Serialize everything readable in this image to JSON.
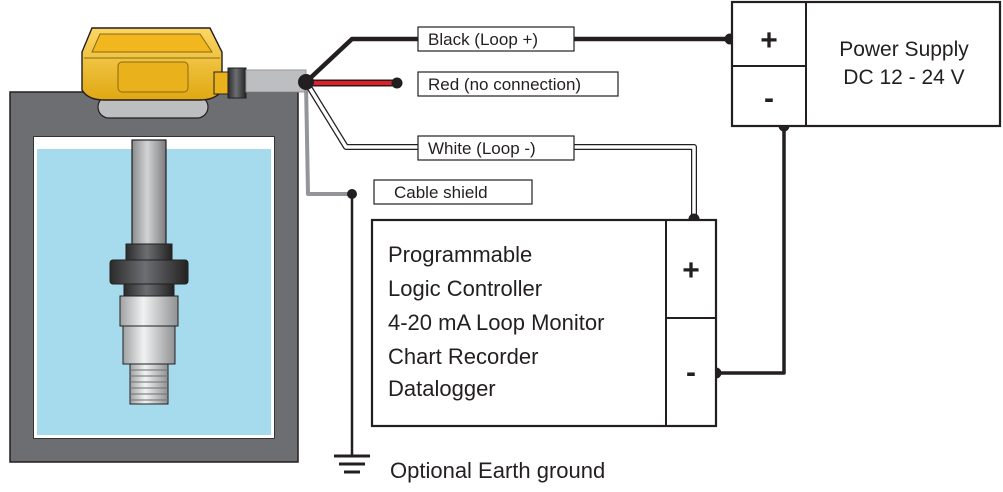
{
  "wires": {
    "black": "Black (Loop +)",
    "red": "Red (no connection)",
    "white": "White (Loop -)",
    "shield": "Cable shield"
  },
  "power_supply": {
    "line1": "Power Supply",
    "line2": "DC 12 - 24 V",
    "plus": "+",
    "minus": "-"
  },
  "controller": {
    "lines": [
      "Programmable",
      "Logic Controller",
      "4-20 mA Loop Monitor",
      "Chart Recorder",
      "Datalogger"
    ],
    "plus": "+",
    "minus": "-"
  },
  "ground": {
    "label": "Optional Earth ground"
  },
  "colors": {
    "water": "#a5dbec",
    "tank_wall": "#6d6e71",
    "sensor_cap": "#f7c531",
    "red_wire": "#e21e26",
    "line": "#231f20"
  }
}
